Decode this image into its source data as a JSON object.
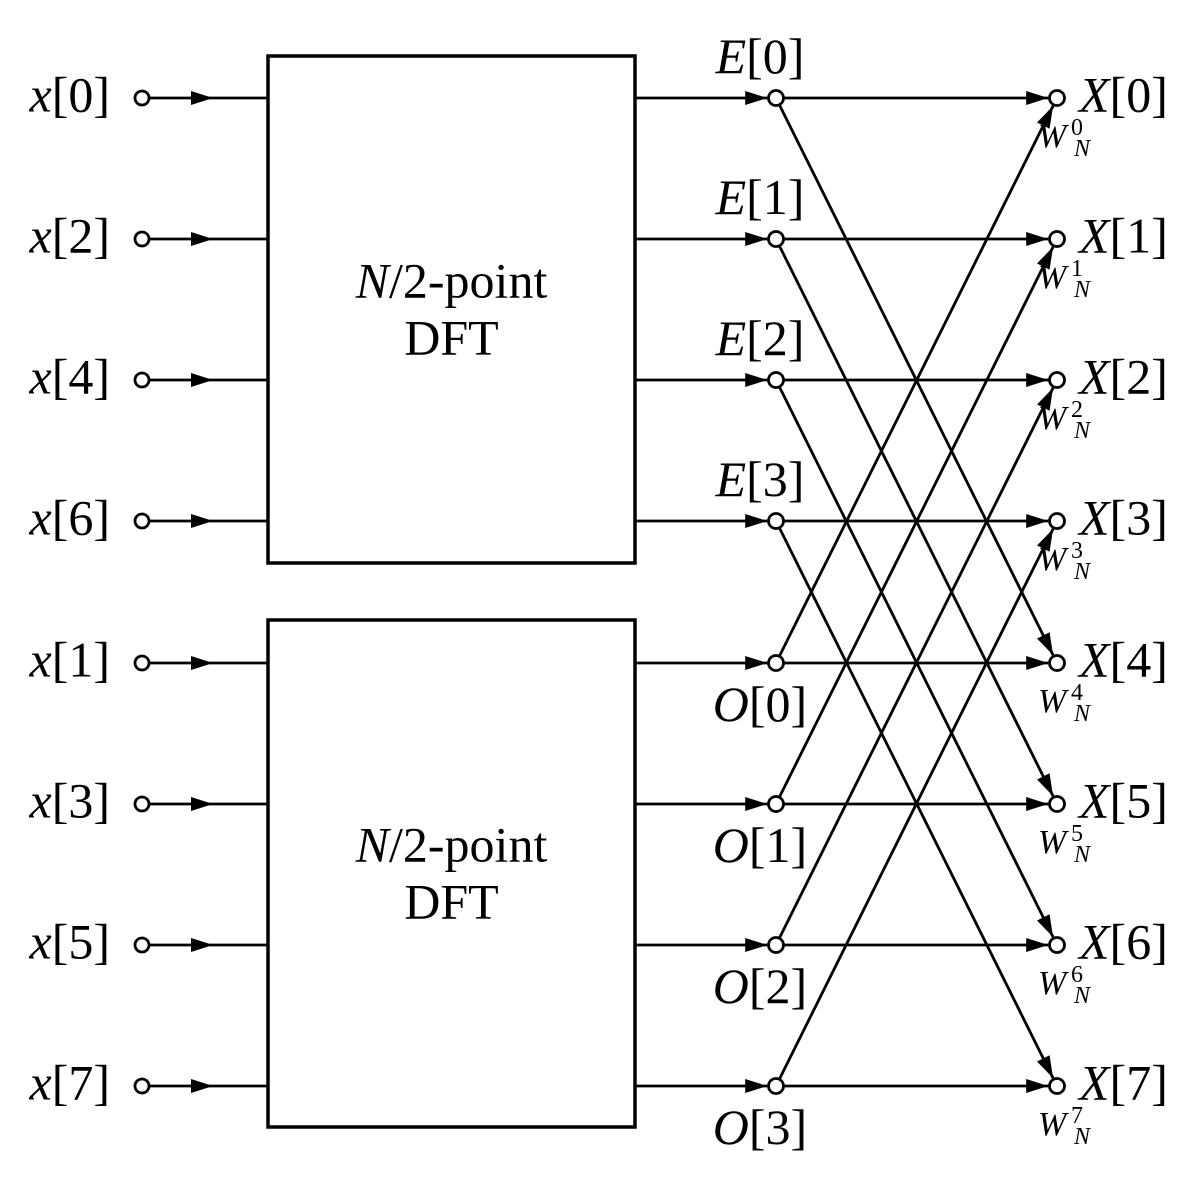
{
  "diagram": {
    "colors": {
      "ink": "#000000",
      "paper": "#ffffff"
    },
    "inputs": [
      "x[0]",
      "x[2]",
      "x[4]",
      "x[6]",
      "x[1]",
      "x[3]",
      "x[5]",
      "x[7]"
    ],
    "dft_blocks": [
      {
        "label_line1": "N/2-point",
        "label_line2": "DFT"
      },
      {
        "label_line1": "N/2-point",
        "label_line2": "DFT"
      }
    ],
    "intermediate_outputs": {
      "even": [
        "E[0]",
        "E[1]",
        "E[2]",
        "E[3]"
      ],
      "odd": [
        "O[0]",
        "O[1]",
        "O[2]",
        "O[3]"
      ]
    },
    "outputs": [
      "X[0]",
      "X[1]",
      "X[2]",
      "X[3]",
      "X[4]",
      "X[5]",
      "X[6]",
      "X[7]"
    ],
    "twiddle_factors": [
      "W_N^0",
      "W_N^1",
      "W_N^2",
      "W_N^3",
      "W_N^4",
      "W_N^5",
      "W_N^6",
      "W_N^7"
    ],
    "connections": [
      {
        "from": "E[0]",
        "to": "X[0]"
      },
      {
        "from": "E[1]",
        "to": "X[1]"
      },
      {
        "from": "E[2]",
        "to": "X[2]"
      },
      {
        "from": "E[3]",
        "to": "X[3]"
      },
      {
        "from": "E[0]",
        "to": "X[4]"
      },
      {
        "from": "E[1]",
        "to": "X[5]"
      },
      {
        "from": "E[2]",
        "to": "X[6]"
      },
      {
        "from": "E[3]",
        "to": "X[7]"
      },
      {
        "from": "O[0]",
        "to": "X[0]"
      },
      {
        "from": "O[1]",
        "to": "X[1]"
      },
      {
        "from": "O[2]",
        "to": "X[2]"
      },
      {
        "from": "O[3]",
        "to": "X[3]"
      },
      {
        "from": "O[0]",
        "to": "X[4]"
      },
      {
        "from": "O[1]",
        "to": "X[5]"
      },
      {
        "from": "O[2]",
        "to": "X[6]"
      },
      {
        "from": "O[3]",
        "to": "X[7]"
      }
    ]
  }
}
